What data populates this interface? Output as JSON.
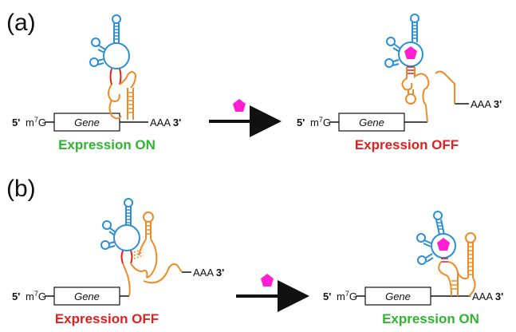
{
  "colors": {
    "blue": "#2a8fd6",
    "orange": "#f08a24",
    "red": "#e02020",
    "magenta": "#ff1ed2",
    "green": "#2fb52f",
    "black": "#111111"
  },
  "panel_a": {
    "label": "(a)",
    "left": {
      "five_prime": "5'",
      "cap_base": "m",
      "cap_sup": "7",
      "cap_end": "G",
      "gene": "Gene",
      "tail": "AAA",
      "three_prime": "3'",
      "status": "Expression ON"
    },
    "right": {
      "five_prime": "5'",
      "cap_base": "m",
      "cap_sup": "7",
      "cap_end": "G",
      "gene": "Gene",
      "tail": "AAA",
      "three_prime": "3'",
      "status": "Expression OFF"
    }
  },
  "panel_b": {
    "label": "(b)",
    "left": {
      "five_prime": "5'",
      "cap_base": "m",
      "cap_sup": "7",
      "cap_end": "G",
      "gene": "Gene",
      "tail": "AAA",
      "three_prime": "3'",
      "status": "Expression OFF"
    },
    "right": {
      "five_prime": "5'",
      "cap_base": "m",
      "cap_sup": "7",
      "cap_end": "G",
      "gene": "Gene",
      "tail": "AAA",
      "three_prime": "3'",
      "status": "Expression ON"
    }
  }
}
